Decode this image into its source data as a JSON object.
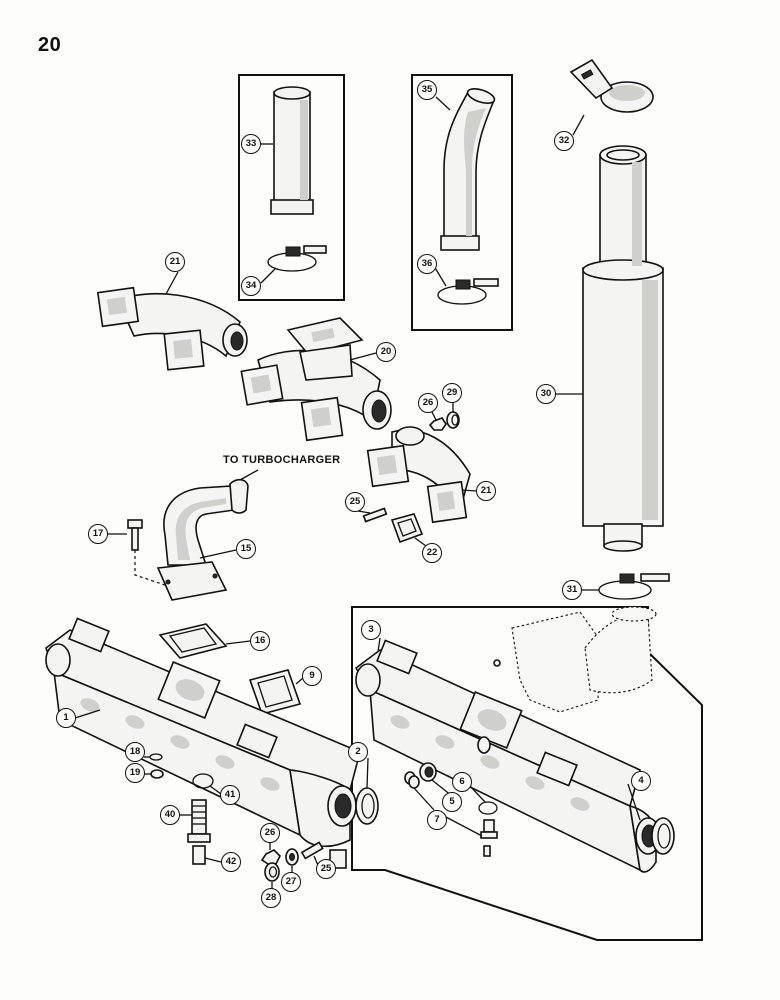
{
  "page_number": "20",
  "note": "TO TURBOCHARGER",
  "callouts": [
    {
      "id": "c1",
      "label": "1"
    },
    {
      "id": "c2",
      "label": "2"
    },
    {
      "id": "c3",
      "label": "3"
    },
    {
      "id": "c4",
      "label": "4"
    },
    {
      "id": "c5",
      "label": "5"
    },
    {
      "id": "c6",
      "label": "6"
    },
    {
      "id": "c7",
      "label": "7"
    },
    {
      "id": "c9",
      "label": "9"
    },
    {
      "id": "c15",
      "label": "15"
    },
    {
      "id": "c16",
      "label": "16"
    },
    {
      "id": "c17",
      "label": "17"
    },
    {
      "id": "c18",
      "label": "18"
    },
    {
      "id": "c19",
      "label": "19"
    },
    {
      "id": "c20",
      "label": "20"
    },
    {
      "id": "c21a",
      "label": "21"
    },
    {
      "id": "c21b",
      "label": "21"
    },
    {
      "id": "c22",
      "label": "22"
    },
    {
      "id": "c25a",
      "label": "25"
    },
    {
      "id": "c25b",
      "label": "25"
    },
    {
      "id": "c26a",
      "label": "26"
    },
    {
      "id": "c26b",
      "label": "26"
    },
    {
      "id": "c27",
      "label": "27"
    },
    {
      "id": "c28",
      "label": "28"
    },
    {
      "id": "c29",
      "label": "29"
    },
    {
      "id": "c30",
      "label": "30"
    },
    {
      "id": "c31",
      "label": "31"
    },
    {
      "id": "c32",
      "label": "32"
    },
    {
      "id": "c33",
      "label": "33"
    },
    {
      "id": "c34",
      "label": "34"
    },
    {
      "id": "c35",
      "label": "35"
    },
    {
      "id": "c36",
      "label": "36"
    },
    {
      "id": "c40",
      "label": "40"
    },
    {
      "id": "c41",
      "label": "41"
    },
    {
      "id": "c42",
      "label": "42"
    }
  ]
}
